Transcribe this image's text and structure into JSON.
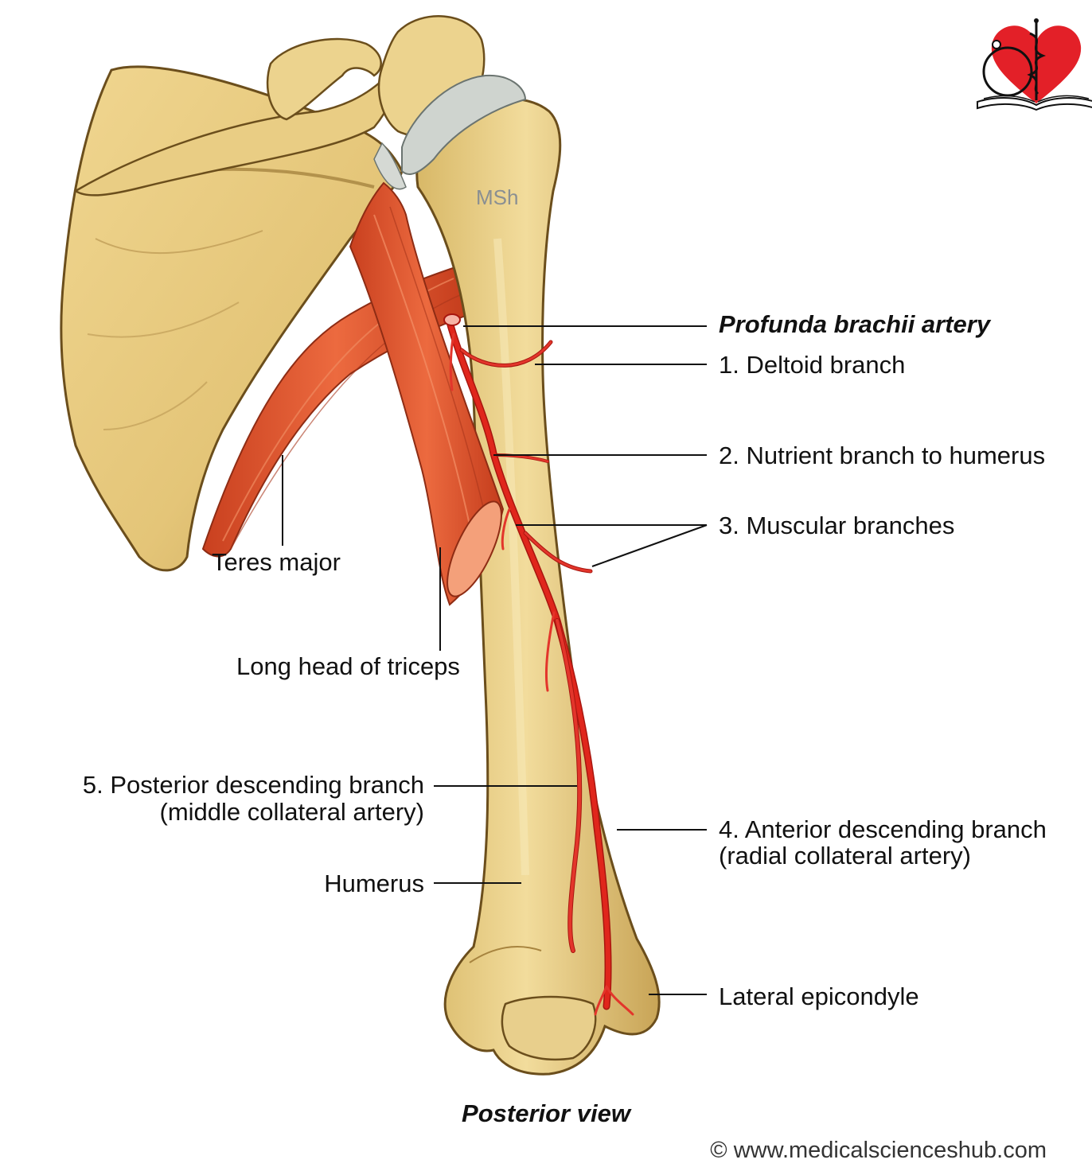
{
  "labels": {
    "profunda": "Profunda brachii artery",
    "deltoid": "1. Deltoid branch",
    "nutrient": "2. Nutrient branch to humerus",
    "muscular": "3. Muscular branches",
    "teres": "Teres major",
    "triceps": "Long head of triceps",
    "posterior_line1": "5. Posterior descending branch",
    "posterior_line2": "(middle collateral artery)",
    "anterior_line1": "4. Anterior descending branch",
    "anterior_line2": "(radial collateral artery)",
    "humerus": "Humerus",
    "epicondyle": "Lateral epicondyle"
  },
  "watermark": "MSh",
  "caption": "Posterior view",
  "copyright": "© www.medicalscienceshub.com",
  "logo": {
    "icon": "heart-caduceus-book-icon"
  },
  "colors": {
    "bone": "#ead089",
    "bone_shade": "#c9a75a",
    "bone_outline": "#6b4e1c",
    "cartilage": "#cfd4cf",
    "muscle": "#e0562f",
    "muscle_dark": "#b33a1c",
    "artery": "#e0261c",
    "logo_red": "#e32028"
  }
}
